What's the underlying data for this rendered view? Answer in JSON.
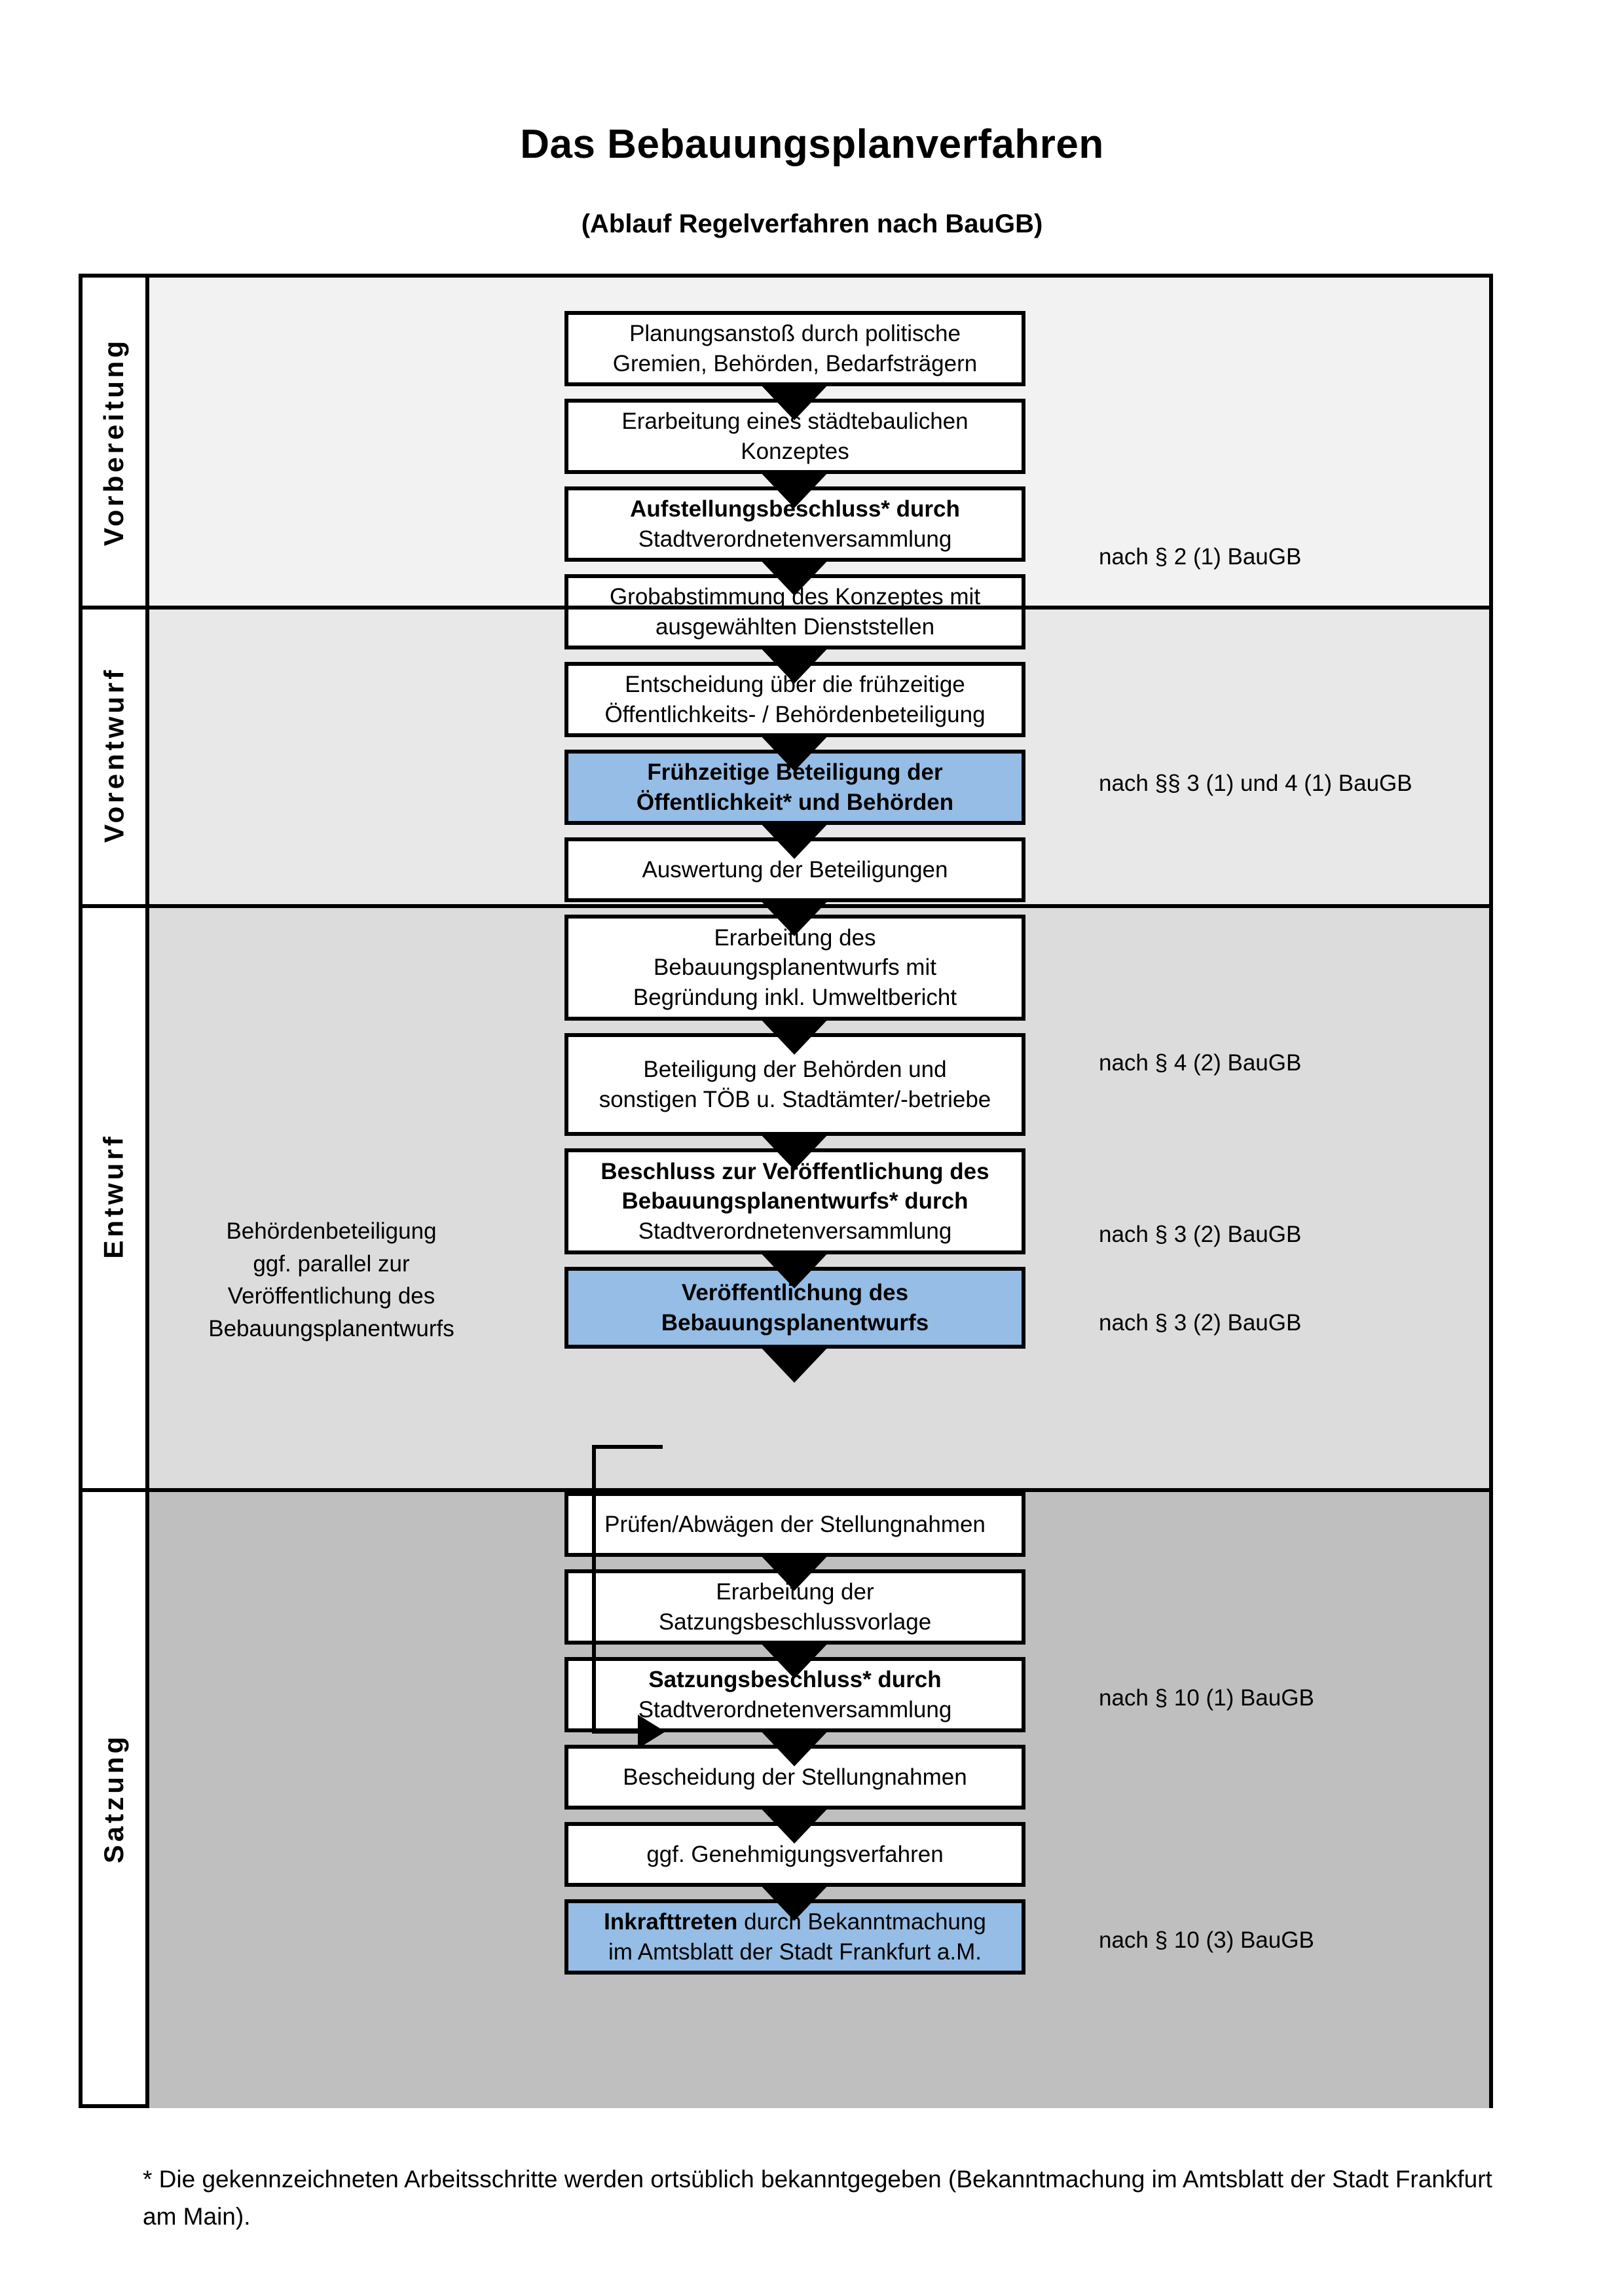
{
  "title": "Das Bebauungsplanverfahren",
  "subtitle": "(Ablauf Regelverfahren nach BauGB)",
  "colors": {
    "highlight_blue": "#95bde5",
    "band_vorbereitung": "#f2f2f2",
    "band_vorentwurf": "#e8e8e8",
    "band_entwurf": "#dcdcdc",
    "band_satzung": "#bfbfbf",
    "line": "#000000"
  },
  "phases": [
    {
      "label": "Vorbereitung",
      "bg": "#f2f2f2"
    },
    {
      "label": "Vorentwurf",
      "bg": "#e8e8e8"
    },
    {
      "label": "Entwurf",
      "bg": "#dcdcdc"
    },
    {
      "label": "Satzung",
      "bg": "#bfbfbf"
    }
  ],
  "side_note": {
    "lines": [
      "Behördenbeteiligung",
      "ggf. parallel zur",
      "Veröffentlichung des",
      "Bebauungsplanentwurfs"
    ]
  },
  "steps": [
    {
      "id": "planungsanstoss",
      "phase": "Vorbereitung",
      "highlight": false,
      "lines": [
        {
          "text": "Planungsanstoß durch politische",
          "bold": false
        },
        {
          "text": "Gremien, Behörden, Bedarfsträgern",
          "bold": false
        }
      ]
    },
    {
      "id": "staedtebauliches-konzept",
      "phase": "Vorbereitung",
      "highlight": false,
      "lines": [
        {
          "text": "Erarbeitung eines städtebaulichen",
          "bold": false
        },
        {
          "text": "Konzeptes",
          "bold": false
        }
      ]
    },
    {
      "id": "aufstellungsbeschluss",
      "phase": "Vorbereitung",
      "highlight": false,
      "lines": [
        {
          "text": "Aufstellungsbeschluss* durch",
          "bold": true
        },
        {
          "text": "Stadtverordnetenversammlung",
          "bold": false
        }
      ]
    },
    {
      "id": "grobabstimmung",
      "phase": "Vorentwurf",
      "highlight": false,
      "lines": [
        {
          "text": "Grobabstimmung des Konzeptes mit",
          "bold": false
        },
        {
          "text": "ausgewählten Dienststellen",
          "bold": false
        }
      ]
    },
    {
      "id": "entscheidung-fruehzeitige-beteiligung",
      "phase": "Vorentwurf",
      "highlight": false,
      "lines": [
        {
          "text": "Entscheidung über die frühzeitige",
          "bold": false
        },
        {
          "text": "Öffentlichkeits- / Behördenbeteiligung",
          "bold": false
        }
      ]
    },
    {
      "id": "fruehzeitige-beteiligung",
      "phase": "Vorentwurf",
      "highlight": true,
      "lines": [
        {
          "text": "Frühzeitige Beteiligung der",
          "bold": true
        },
        {
          "text": "Öffentlichkeit* und Behörden",
          "bold": true
        }
      ]
    },
    {
      "id": "auswertung-beteiligungen",
      "phase": "Entwurf",
      "highlight": false,
      "lines": [
        {
          "text": "Auswertung der Beteiligungen",
          "bold": false
        }
      ]
    },
    {
      "id": "erarbeitung-bebauungsplanentwurf",
      "phase": "Entwurf",
      "highlight": false,
      "lines": [
        {
          "text": "Erarbeitung des",
          "bold": false
        },
        {
          "text": "Bebauungsplanentwurfs mit",
          "bold": false
        },
        {
          "text": "Begründung inkl. Umweltbericht",
          "bold": false
        }
      ]
    },
    {
      "id": "beteiligung-behoerden-toeb",
      "phase": "Entwurf",
      "highlight": false,
      "lines": [
        {
          "text": "Beteiligung der Behörden und",
          "bold": false
        },
        {
          "text": "sonstigen TÖB u. Stadtämter/-betriebe",
          "bold": false
        }
      ]
    },
    {
      "id": "beschluss-veroeffentlichung",
      "phase": "Entwurf",
      "highlight": false,
      "lines": [
        {
          "text": "Beschluss zur Veröffentlichung des",
          "bold": true
        },
        {
          "text": "Bebauungsplanentwurfs* durch",
          "bold": true
        },
        {
          "text": "Stadtverordnetenversammlung",
          "bold": false
        }
      ]
    },
    {
      "id": "veroeffentlichung-entwurf",
      "phase": "Entwurf",
      "highlight": true,
      "lines": [
        {
          "text": "Veröffentlichung des",
          "bold": true
        },
        {
          "text": "Bebauungsplanentwurfs",
          "bold": true
        }
      ]
    },
    {
      "id": "pruefen-abwaegen",
      "phase": "Satzung",
      "highlight": false,
      "lines": [
        {
          "text": "Prüfen/Abwägen der Stellungnahmen",
          "bold": false
        }
      ]
    },
    {
      "id": "erarbeitung-satzungsbeschlussvorlage",
      "phase": "Satzung",
      "highlight": false,
      "lines": [
        {
          "text": "Erarbeitung der",
          "bold": false
        },
        {
          "text": "Satzungsbeschlussvorlage",
          "bold": false
        }
      ]
    },
    {
      "id": "satzungsbeschluss",
      "phase": "Satzung",
      "highlight": false,
      "lines": [
        {
          "text": "Satzungsbeschluss* durch",
          "bold": true
        },
        {
          "text": "Stadtverordnetenversammlung",
          "bold": false
        }
      ]
    },
    {
      "id": "bescheidung-stellungnahmen",
      "phase": "Satzung",
      "highlight": false,
      "lines": [
        {
          "text": "Bescheidung der Stellungnahmen",
          "bold": false
        }
      ]
    },
    {
      "id": "genehmigungsverfahren",
      "phase": "Satzung",
      "highlight": false,
      "lines": [
        {
          "text": "ggf. Genehmigungsverfahren",
          "bold": false
        }
      ]
    },
    {
      "id": "inkrafttreten",
      "phase": "Satzung",
      "highlight": true,
      "lines": [
        {
          "text": "Inkrafttreten durch Bekanntmachung",
          "bold": "partial-first"
        },
        {
          "text": "im Amtsblatt der Stadt Frankfurt a.M.",
          "bold": false
        }
      ]
    }
  ],
  "legal_refs": [
    {
      "id": "ref-2-1",
      "text": "nach § 2 (1) BauGB"
    },
    {
      "id": "ref-3-1-4-1",
      "text": "nach §§ 3 (1) und 4 (1) BauGB"
    },
    {
      "id": "ref-4-2",
      "text": "nach § 4 (2) BauGB"
    },
    {
      "id": "ref-3-2-a",
      "text": "nach § 3 (2) BauGB"
    },
    {
      "id": "ref-3-2-b",
      "text": "nach § 3 (2) BauGB"
    },
    {
      "id": "ref-10-1",
      "text": "nach § 10 (1) BauGB"
    },
    {
      "id": "ref-10-3",
      "text": "nach § 10 (3) BauGB"
    }
  ],
  "footnote": "* Die gekennzeichneten Arbeitsschritte werden ortsüblich bekanntgegeben (Bekanntmachung im Amtsblatt  der Stadt Frankfurt am Main)."
}
